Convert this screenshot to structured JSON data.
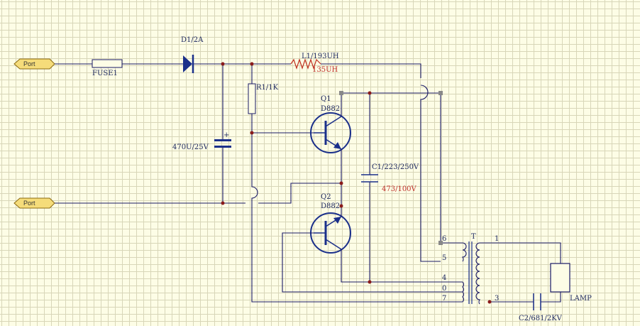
{
  "ports": [
    {
      "label": "Port"
    },
    {
      "label": "Port"
    }
  ],
  "components": {
    "fuse": "FUSE1",
    "diode": "D1/2A",
    "inductor": "L1/193UH",
    "inductor_alt": "135UH",
    "resistor": "R1/1K",
    "cap_electrolytic": "470U/25V",
    "cap_plus": "+",
    "q1_name": "Q1",
    "q1_part": "D882",
    "q2_name": "Q2",
    "q2_part": "D882",
    "c1": "C1/223/250V",
    "c1_alt": "473/100V",
    "transformer": "T",
    "lamp": "LAMP",
    "c2": "C2/681/2KV"
  },
  "pins": {
    "p6": "6",
    "p5": "5",
    "p4": "4",
    "p0": "0",
    "p7": "7",
    "p1": "1",
    "p3": "3"
  },
  "colors": {
    "wire": "#1a1a66",
    "port_fill": "#f5dc7a",
    "alt_value": "#c0302a",
    "grid": "#d8d6b8"
  }
}
